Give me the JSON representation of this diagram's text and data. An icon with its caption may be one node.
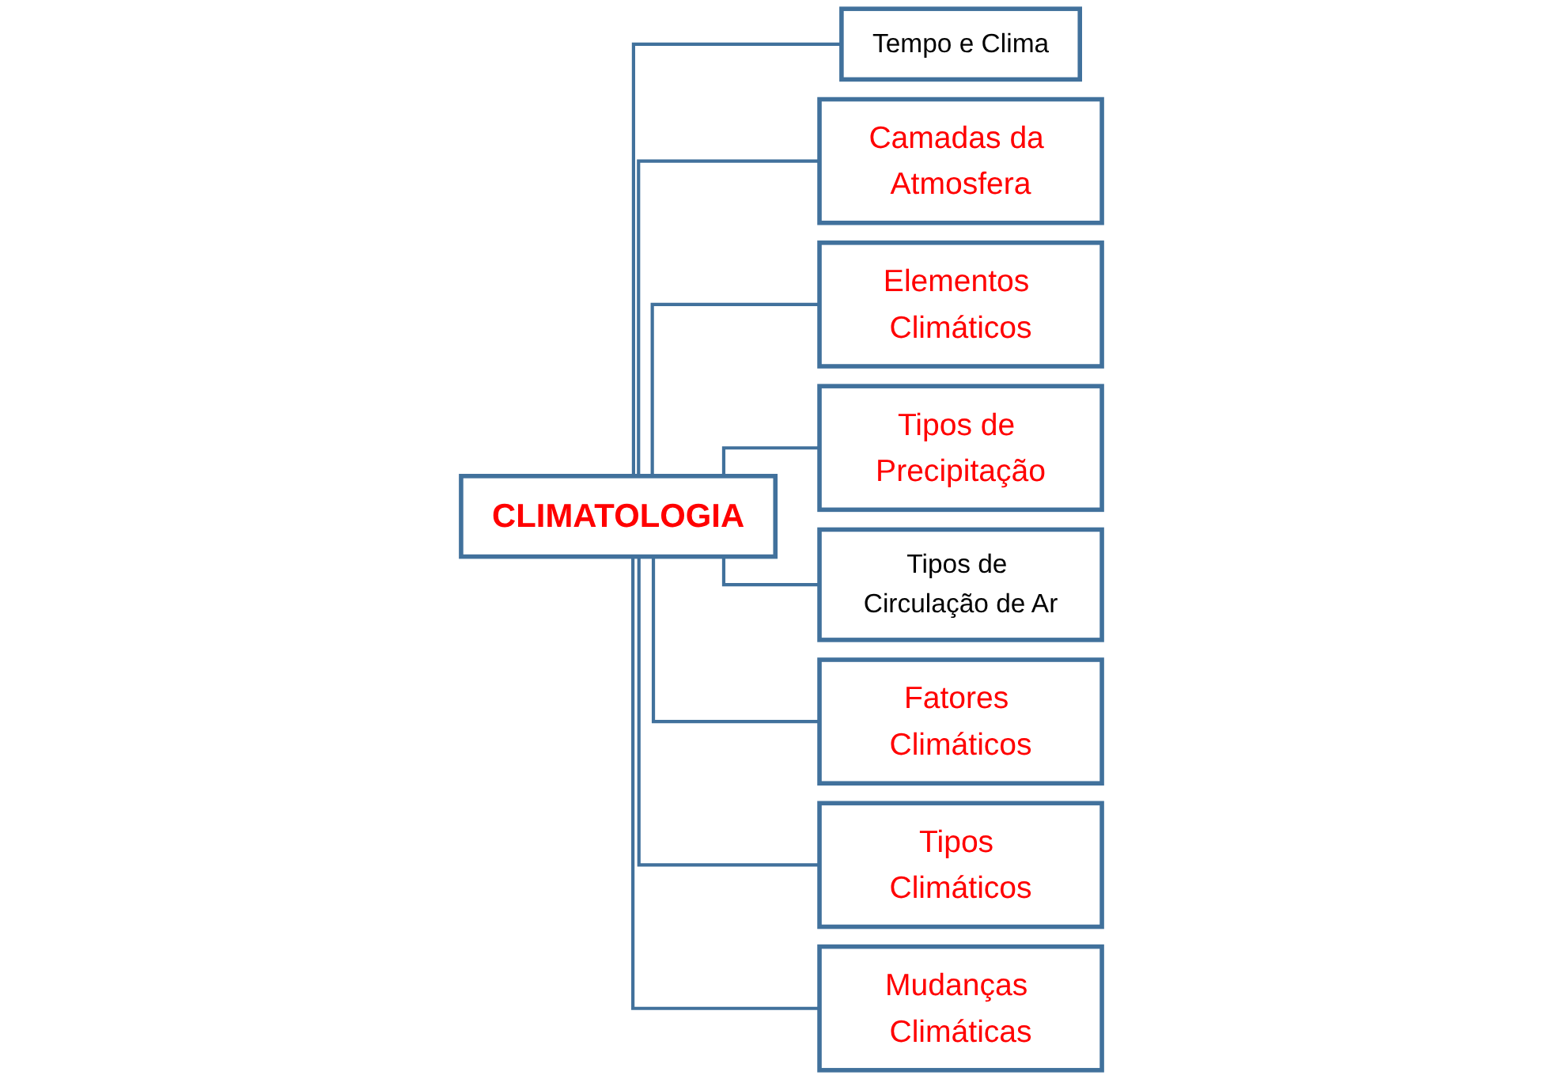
{
  "diagram": {
    "nodes": [
      {
        "text": [
          "CLIMATOLOGIA"
        ]
      },
      {
        "text": [
          "Tempo e Clima"
        ]
      },
      {
        "text": [
          "Camadas da Atmosfera"
        ]
      },
      {
        "text": [
          "Elementos Climáticos"
        ]
      },
      {
        "text": [
          "Tipos de Precipitação"
        ]
      },
      {
        "text": [
          "Tipos de Circulação de Ar"
        ]
      },
      {
        "text": [
          "Fatores Climáticos"
        ]
      },
      {
        "text": [
          "Tipos Climáticos"
        ]
      },
      {
        "text": [
          "Mudanças Climáticas"
        ]
      }
    ],
    "edges": [
      {
        "from": 0,
        "to": 1,
        "arrow": "none"
      },
      {
        "from": 0,
        "to": 2,
        "arrow": "none"
      },
      {
        "from": 0,
        "to": 3,
        "arrow": "none"
      },
      {
        "from": 0,
        "to": 4,
        "arrow": "none"
      },
      {
        "from": 0,
        "to": 5,
        "arrow": "none"
      },
      {
        "from": 0,
        "to": 6,
        "arrow": "none"
      },
      {
        "from": 0,
        "to": 7,
        "arrow": "none"
      },
      {
        "from": 0,
        "to": 8,
        "arrow": "none"
      }
    ]
  }
}
